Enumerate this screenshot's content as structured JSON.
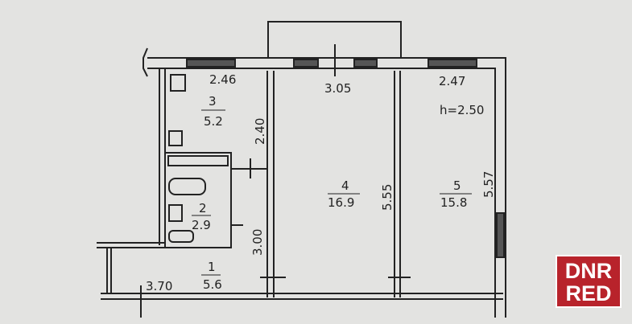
{
  "plan": {
    "rooms": [
      {
        "number": "1",
        "area": "5.6"
      },
      {
        "number": "2",
        "area": "2.9"
      },
      {
        "number": "3",
        "area": "5.2"
      },
      {
        "number": "4",
        "area": "16.9"
      },
      {
        "number": "5",
        "area": "15.8"
      }
    ],
    "dimensions": {
      "kitchen_width": "2.46",
      "room4_width": "3.05",
      "room5_width": "2.47",
      "ceiling_height": "h=2.50",
      "kitchen_length": "2.40",
      "room4_length": "5.55",
      "room5_length": "5.57",
      "corridor_length": "3.00",
      "hall_width": "3.70"
    }
  },
  "watermark": {
    "line1": "DNR",
    "line2": "RED"
  }
}
